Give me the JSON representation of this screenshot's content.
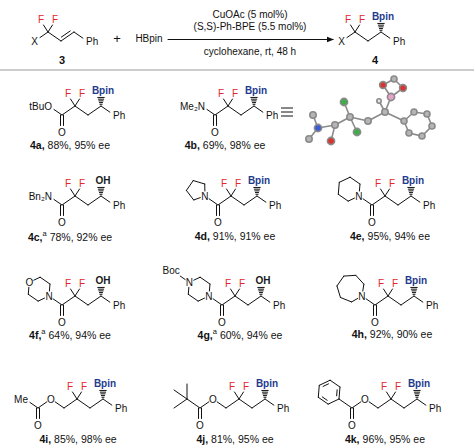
{
  "diagram": {
    "nodes": [
      {
        "text": [
          "F",
          "F",
          "X",
          "Ph",
          "3",
          "+",
          "HBpin"
        ]
      },
      {
        "text": [
          "F",
          "F",
          "Bpin",
          "X",
          "Ph",
          "4"
        ]
      },
      {
        "text": [
          "tBuO",
          "O",
          "F",
          "F",
          "Bpin",
          "Ph",
          "4a,",
          "88%, 95% ee"
        ]
      },
      {
        "text": [
          "Me₂N",
          "O",
          "F",
          "F",
          "Bpin",
          "Ph",
          "4b,",
          "69%, 98% ee"
        ]
      },
      {
        "text": [
          "Bn₂N",
          "O",
          "F",
          "F",
          "OH",
          "Ph",
          "4c,",
          "a",
          "78%, 92% ee"
        ]
      },
      {
        "text": [
          "N",
          "O",
          "F",
          "F",
          "Bpin",
          "Ph",
          "4d,",
          "91%, 91% ee"
        ]
      },
      {
        "text": [
          "N",
          "O",
          "F",
          "F",
          "Bpin",
          "Ph",
          "4e,",
          "95%, 94% ee"
        ]
      },
      {
        "text": [
          "O",
          "N",
          "O",
          "F",
          "F",
          "OH",
          "Ph",
          "4f,",
          "a",
          "64%, 94% ee"
        ]
      },
      {
        "text": [
          "Boc",
          "N",
          "N",
          "O",
          "F",
          "F",
          "OH",
          "Ph",
          "4g,",
          "a",
          "60%, 94% ee"
        ]
      },
      {
        "text": [
          "N",
          "O",
          "F",
          "F",
          "Bpin",
          "Ph",
          "4h,",
          "92%, 90% ee"
        ]
      },
      {
        "text": [
          "Me",
          "O",
          "O",
          "F",
          "F",
          "Bpin",
          "Ph",
          "4i,",
          "85%, 98% ee"
        ]
      },
      {
        "text": [
          "O",
          "O",
          "F",
          "F",
          "Bpin",
          "Ph",
          "4j,",
          "81%, 95% ee"
        ]
      },
      {
        "text": [
          "O",
          "O",
          "F",
          "F",
          "Bpin",
          "Ph",
          "4k,",
          "96%, 95% ee"
        ]
      }
    ],
    "edges": [
      {
        "from": 0,
        "to": 1,
        "arrow": "to"
      }
    ],
    "labels": [
      "CuOAc (5 mol%)",
      "(S,S)-Ph-BPE (5.5 mol%)",
      "cyclohexane, rt, 48 h"
    ]
  }
}
